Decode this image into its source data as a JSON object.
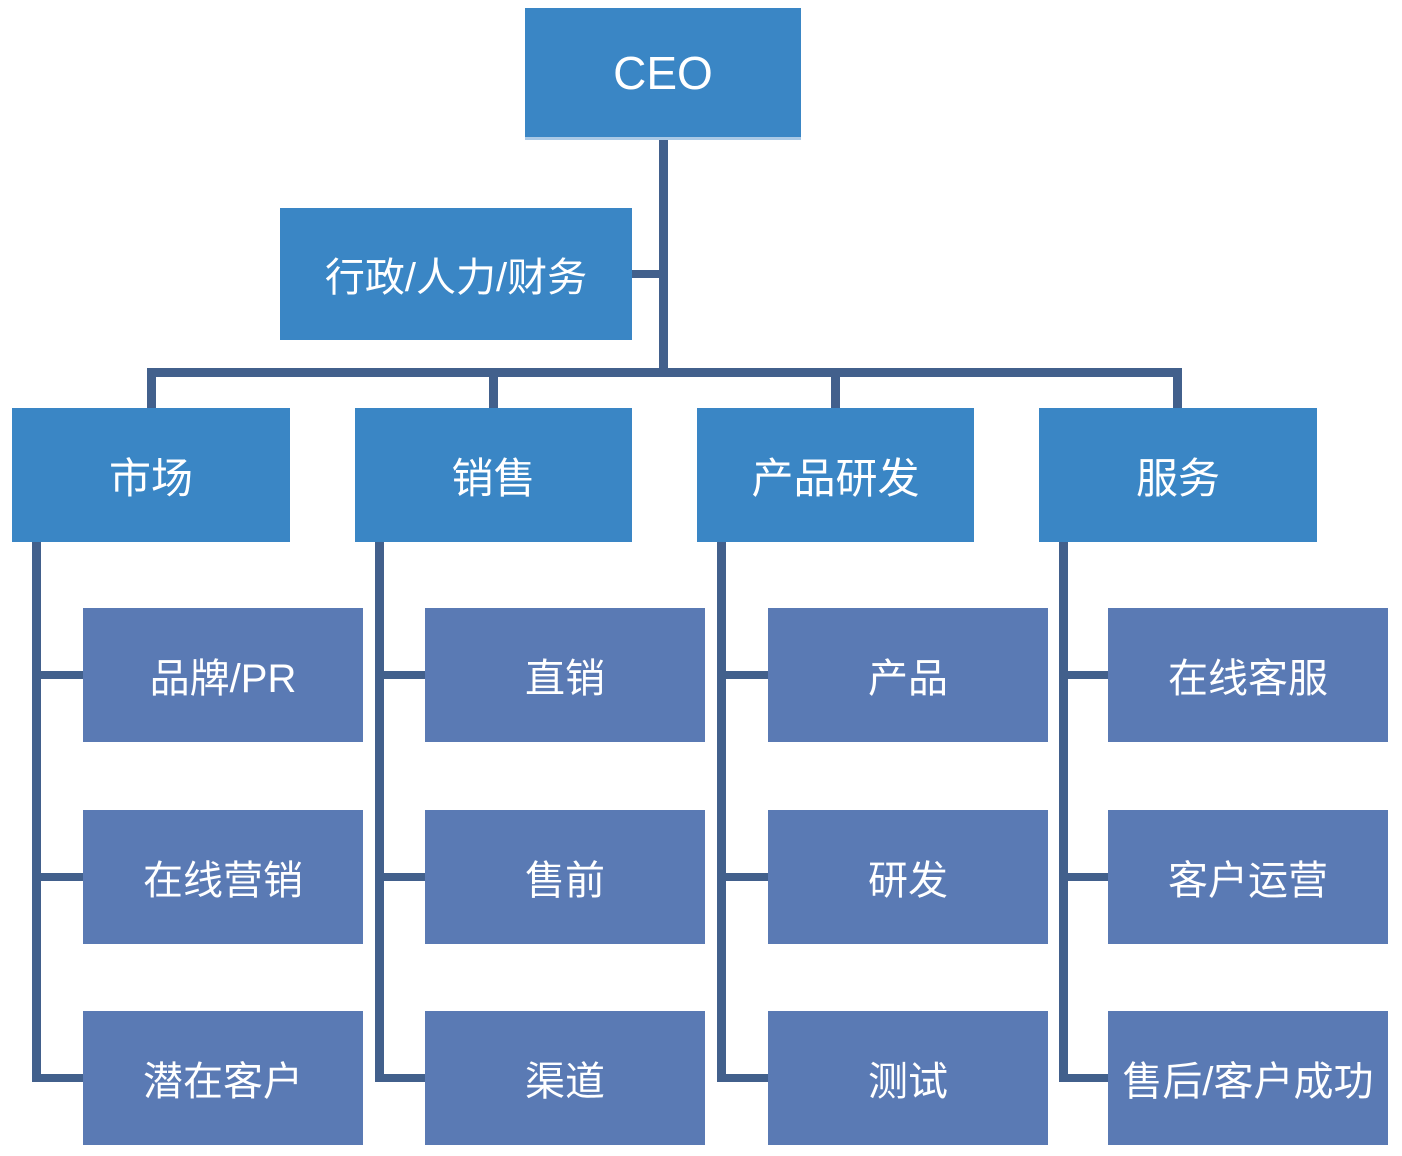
{
  "diagram": {
    "type": "org-chart",
    "colors": {
      "level_top_fill": "#3a86c5",
      "level_sub_fill": "#5a7ab4",
      "connector": "#42608c",
      "text": "#ffffff",
      "background": "#ffffff"
    },
    "root": {
      "label": "CEO"
    },
    "assistant": {
      "label": "行政/人力/财务"
    },
    "departments": [
      {
        "label": "市场",
        "children": [
          "品牌/PR",
          "在线营销",
          "潜在客户"
        ]
      },
      {
        "label": "销售",
        "children": [
          "直销",
          "售前",
          "渠道"
        ]
      },
      {
        "label": "产品研发",
        "children": [
          "产品",
          "研发",
          "测试"
        ]
      },
      {
        "label": "服务",
        "children": [
          "在线客服",
          "客户运营",
          "售后/客户成功"
        ]
      }
    ]
  }
}
